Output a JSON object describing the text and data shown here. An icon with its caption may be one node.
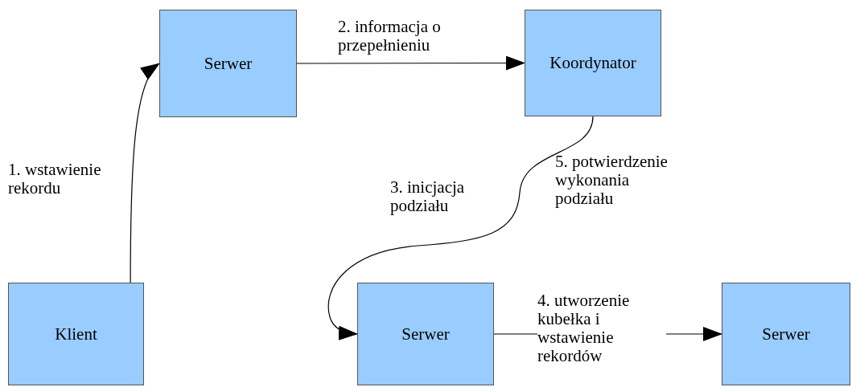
{
  "diagram": {
    "nodes": [
      {
        "text": [
          "Serwer"
        ]
      },
      {
        "text": [
          "Koordynator"
        ]
      },
      {
        "text": [
          "Klient"
        ]
      },
      {
        "text": [
          "Serwer"
        ]
      },
      {
        "text": [
          "Serwer"
        ]
      }
    ],
    "edges": [
      {
        "from": 2,
        "to": 0,
        "arrow": "to",
        "label": "1. wstawienie rekordu"
      },
      {
        "from": 0,
        "to": 1,
        "arrow": "to",
        "label": "2. informacja o przepełnieniu"
      },
      {
        "from": 1,
        "to": 3,
        "arrow": "to",
        "label": "3. inicjacja podziału"
      },
      {
        "from": 3,
        "to": 4,
        "arrow": "to",
        "label": "4. utworzenie kubełka i wstawienie rekordów"
      }
    ],
    "labels": [
      "5. potwierdzenie wykonania podziału"
    ]
  }
}
